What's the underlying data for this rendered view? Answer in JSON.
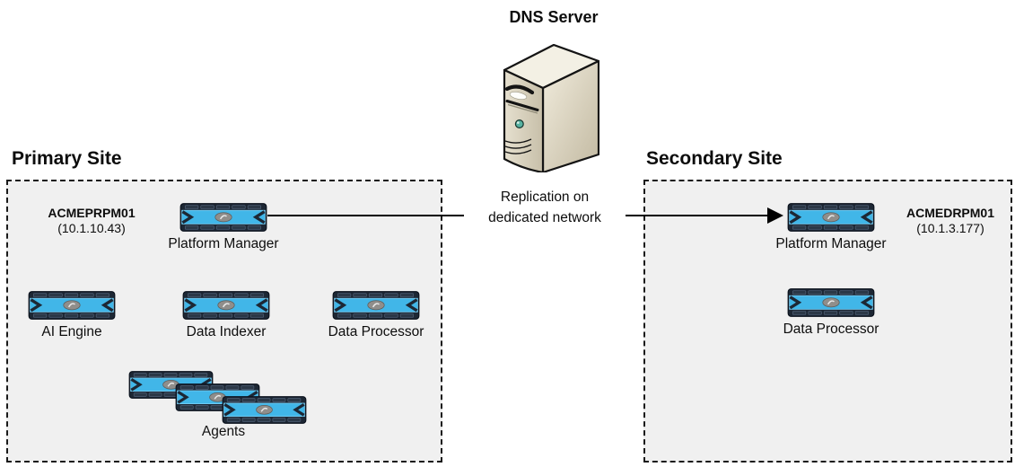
{
  "dns_server": {
    "label": "DNS Server"
  },
  "primary_site": {
    "title": "Primary Site",
    "platform_manager": {
      "hostname": "ACMEPRPM01",
      "ip": "(10.1.10.43)",
      "label": "Platform Manager"
    },
    "nodes": [
      {
        "label": "AI Engine"
      },
      {
        "label": "Data Indexer"
      },
      {
        "label": "Data Processor"
      }
    ],
    "agents": {
      "label": "Agents",
      "count": 3
    }
  },
  "secondary_site": {
    "title": "Secondary Site",
    "platform_manager": {
      "hostname": "ACMEDRPM01",
      "ip": "(10.1.3.177)",
      "label": "Platform Manager"
    },
    "nodes": [
      {
        "label": "Data Processor"
      }
    ]
  },
  "replication": {
    "line1": "Replication on",
    "line2": "dedicated network"
  },
  "colors": {
    "appliance_blue": "#41b6e8",
    "appliance_dark": "#1d2734",
    "site_background": "#f0f0f0",
    "server_beige": "#e6e0cf",
    "arrow_black": "#000000"
  }
}
